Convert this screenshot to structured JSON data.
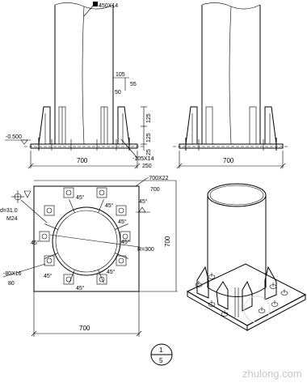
{
  "drawing": {
    "elev_left": {
      "col_tube_label": "450X14",
      "dim_105": "105",
      "dim_55": "55",
      "dim_50": "50",
      "dim_125a": "125",
      "dim_125b": "125",
      "dim_25": "25",
      "elev_label": "-0.500",
      "rib_label": "-105X14",
      "dim_250": "250",
      "dim_width": "700"
    },
    "elev_right": {
      "dim_width": "700"
    },
    "plan": {
      "plate_label_a": "-700X22",
      "plate_label_b": "700",
      "angle_top_right": "45°",
      "angle_labels": [
        "45°",
        "45°",
        "45°",
        "45°",
        "45°",
        "45°",
        "45°",
        "45°"
      ],
      "hole_label": "d=31.0",
      "bolt_label": "M24",
      "washer_label_a": "-80X16",
      "washer_label_b": "80",
      "radius_label": "R=300",
      "dim_width": "700",
      "dim_height": "700"
    },
    "section_mark": {
      "top": "1",
      "bottom": "5"
    },
    "watermark": "zhulong.com"
  }
}
